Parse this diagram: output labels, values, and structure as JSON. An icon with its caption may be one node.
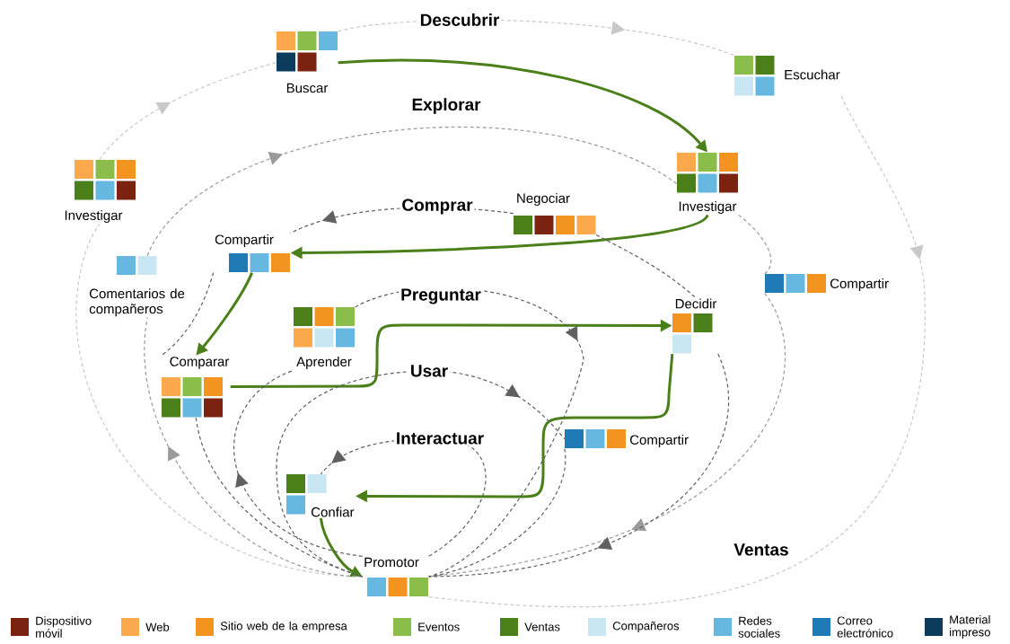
{
  "diagram": {
    "nodes": [
      {
        "text": [
          "Buscar"
        ]
      },
      {
        "text": [
          "Escuchar"
        ]
      },
      {
        "text": [
          "Investigar"
        ]
      },
      {
        "text": [
          "Investigar"
        ]
      },
      {
        "text": [
          "Negociar"
        ]
      },
      {
        "text": [
          "Compartir"
        ]
      },
      {
        "text": [
          "Comentarios de compañeros"
        ]
      },
      {
        "text": [
          "Compartir"
        ]
      },
      {
        "text": [
          "Aprender"
        ]
      },
      {
        "text": [
          "Decidir"
        ]
      },
      {
        "text": [
          "Comparar"
        ]
      },
      {
        "text": [
          "Compartir"
        ]
      },
      {
        "text": [
          "Confiar"
        ]
      },
      {
        "text": [
          "Promotor"
        ]
      }
    ],
    "edges": [
      {
        "from": 0,
        "to": 3,
        "arrow": "to",
        "style": "thick",
        "color": "#4a7f1a"
      },
      {
        "from": 3,
        "to": 5,
        "arrow": "to",
        "style": "thick",
        "color": "#4a7f1a"
      },
      {
        "from": 5,
        "to": 10,
        "arrow": "to",
        "style": "thick",
        "color": "#4a7f1a"
      },
      {
        "from": 10,
        "to": 9,
        "arrow": "to",
        "style": "thick",
        "color": "#4a7f1a"
      },
      {
        "from": 9,
        "to": 12,
        "arrow": "to",
        "style": "thick",
        "color": "#4a7f1a"
      },
      {
        "from": 12,
        "to": 13,
        "arrow": "to",
        "style": "thick",
        "color": "#4a7f1a"
      },
      {
        "from": 2,
        "to": 0,
        "arrow": "to",
        "style": "dashed",
        "color": "#c8c8c8"
      },
      {
        "from": 0,
        "to": 1,
        "arrow": "to",
        "style": "dashed",
        "color": "#c8c8c8",
        "label": "Descubrir"
      },
      {
        "from": 1,
        "to": 13,
        "arrow": "to",
        "style": "dashed",
        "color": "#c8c8c8"
      },
      {
        "from": 13,
        "to": 2,
        "arrow": "none",
        "style": "dashed",
        "color": "#c8c8c8"
      },
      {
        "from": 6,
        "to": 3,
        "arrow": "to",
        "style": "dashed",
        "color": "#9a9a9a",
        "label": "Explorar"
      },
      {
        "from": 3,
        "to": 7,
        "arrow": "none",
        "style": "dashed",
        "color": "#9a9a9a"
      },
      {
        "from": 7,
        "to": 13,
        "arrow": "to",
        "style": "dashed",
        "color": "#9a9a9a"
      },
      {
        "from": 13,
        "to": 6,
        "arrow": "to",
        "style": "dashed",
        "color": "#9a9a9a"
      },
      {
        "from": 4,
        "to": 5,
        "arrow": "to",
        "style": "dashed",
        "label": "Comprar"
      },
      {
        "from": 5,
        "to": 10,
        "arrow": "none",
        "style": "dashed"
      },
      {
        "from": 10,
        "to": 13,
        "arrow": "none",
        "style": "dashed"
      },
      {
        "from": 4,
        "to": 9,
        "arrow": "none",
        "style": "dashed"
      },
      {
        "from": 9,
        "to": 13,
        "arrow": "to",
        "style": "dashed"
      },
      {
        "from": 13,
        "to": 8,
        "arrow": "to",
        "style": "dashed"
      },
      {
        "from": 8,
        "to": 13,
        "arrow": "to",
        "style": "dashed",
        "label": "Preguntar"
      },
      {
        "from": 13,
        "to": 11,
        "arrow": "to",
        "style": "dashed",
        "label": "Usar"
      },
      {
        "from": 11,
        "to": 13,
        "arrow": "none",
        "style": "dashed"
      },
      {
        "from": 13,
        "to": 12,
        "arrow": "to",
        "style": "dashed",
        "label": "Interactuar"
      }
    ],
    "labels": [
      "Ventas"
    ],
    "legend": [
      {
        "text": "Dispositivo móvil",
        "color": "#7b2310"
      },
      {
        "text": "Web",
        "color": "#fca94e"
      },
      {
        "text": "Sitio web de la empresa",
        "color": "#f39320"
      },
      {
        "text": "Eventos",
        "color": "#8bbd4b"
      },
      {
        "text": "Ventas",
        "color": "#4a7f1a"
      },
      {
        "text": "Compañeros",
        "color": "#c9e6f3"
      },
      {
        "text": "Redes sociales",
        "color": "#66b8e0"
      },
      {
        "text": "Correo electrónico",
        "color": "#1f7ab6"
      },
      {
        "text": "Material impreso",
        "color": "#0d3b5c"
      }
    ]
  }
}
